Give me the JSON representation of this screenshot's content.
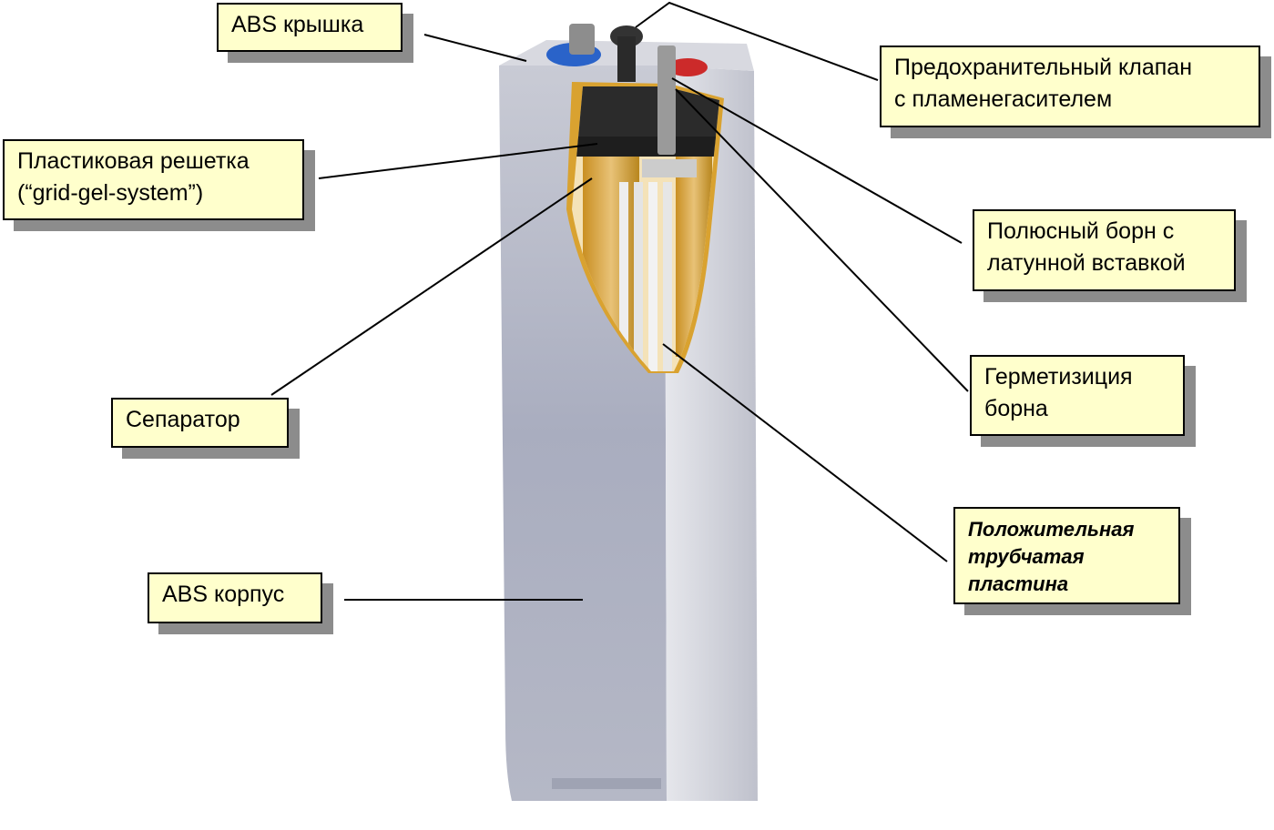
{
  "labels": {
    "abs_lid": [
      "ABS крышка"
    ],
    "safety_valve": [
      "Предохранительный  клапан",
      "с пламенегасителем"
    ],
    "plastic_grid": [
      "Пластиковая решетка",
      "(“grid-gel-system”)"
    ],
    "terminal_post": [
      "Полюсный борн с",
      "латунной  вставкой"
    ],
    "post_seal": [
      "Герметизиция",
      "борна"
    ],
    "separator": [
      "Сепаратор"
    ],
    "positive_plate": [
      "Положительная",
      "трубчатая",
      "пластина"
    ],
    "abs_case": [
      "ABS корпус"
    ]
  },
  "colors": {
    "label_fill": "#ffffcc",
    "label_shadow": "#8c8c8c",
    "case": "#b9bccb",
    "cutaway_orange": "#d9a230",
    "terminal_blue": "#2a63c9",
    "terminal_red": "#cc2a2a"
  }
}
